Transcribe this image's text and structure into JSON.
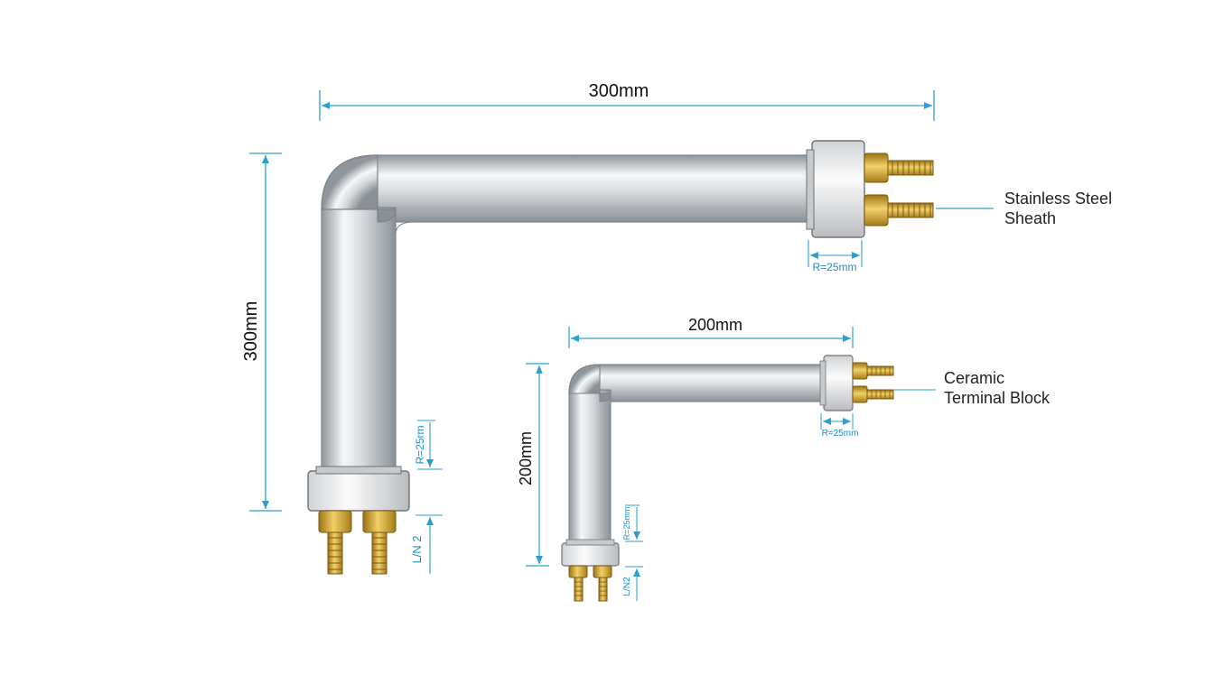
{
  "large_heater": {
    "width_label": "300mm",
    "height_label": "300mm",
    "top_radius_label": "R=25mm",
    "side_radius_label": "R=25rm",
    "side_lead_label": "L/N 2",
    "callout_line1": "Stainless Steel",
    "callout_line2": "Sheath"
  },
  "small_heater": {
    "width_label": "200mm",
    "height_label": "200mm",
    "top_radius_label": "R=25mm",
    "side_radius_label": "R=25mm",
    "side_lead_label": "L/N2",
    "callout_line1": "Ceramic",
    "callout_line2": "Terminal Block"
  },
  "colors": {
    "dimension": "#2a9fd0",
    "tube_light": "#f4f6f8",
    "tube_dark": "#9aa0a6",
    "brass": "#d4a830"
  }
}
